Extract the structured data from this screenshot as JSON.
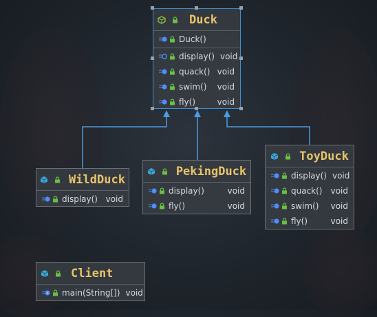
{
  "colors": {
    "title": "#e9c46a",
    "member_text": "#d7dadf",
    "edge": "#4a9be0",
    "class_icon": "#3fa7d6",
    "abstract_icon": "#8bc34a",
    "lock": "#6cbf43",
    "method": "#4f8ef7"
  },
  "classes": {
    "duck": {
      "name": "Duck",
      "icon": "abstract-class-icon",
      "constructors": [
        {
          "name": "Duck()",
          "type": ""
        }
      ],
      "methods": [
        {
          "name": "display()",
          "type": "void",
          "abstract": true
        },
        {
          "name": "quack()",
          "type": "void"
        },
        {
          "name": "swim()",
          "type": "void"
        },
        {
          "name": "fly()",
          "type": "void"
        }
      ]
    },
    "wildduck": {
      "name": "WildDuck",
      "icon": "class-icon",
      "methods": [
        {
          "name": "display()",
          "type": "void"
        }
      ]
    },
    "pekingduck": {
      "name": "PekingDuck",
      "icon": "class-icon",
      "methods": [
        {
          "name": "display()",
          "type": "void"
        },
        {
          "name": "fly()",
          "type": "void"
        }
      ]
    },
    "toyduck": {
      "name": "ToyDuck",
      "icon": "class-icon",
      "methods": [
        {
          "name": "display()",
          "type": "void"
        },
        {
          "name": "quack()",
          "type": "void"
        },
        {
          "name": "swim()",
          "type": "void"
        },
        {
          "name": "fly()",
          "type": "void"
        }
      ]
    },
    "client": {
      "name": "Client",
      "icon": "class-icon",
      "methods": [
        {
          "name": "main(String[])",
          "type": "void",
          "static": true
        }
      ]
    }
  }
}
